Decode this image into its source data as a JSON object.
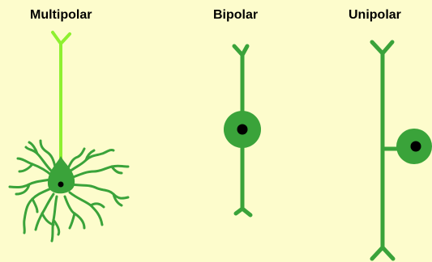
{
  "labels": {
    "multipolar": "Multipolar",
    "bipolar": "Bipolar",
    "unipolar": "Unipolar"
  },
  "colors": {
    "background": "#fdfccc",
    "neuron_green": "#3aa33a",
    "axon_light_green": "#8ef030",
    "nucleus": "#000000"
  }
}
